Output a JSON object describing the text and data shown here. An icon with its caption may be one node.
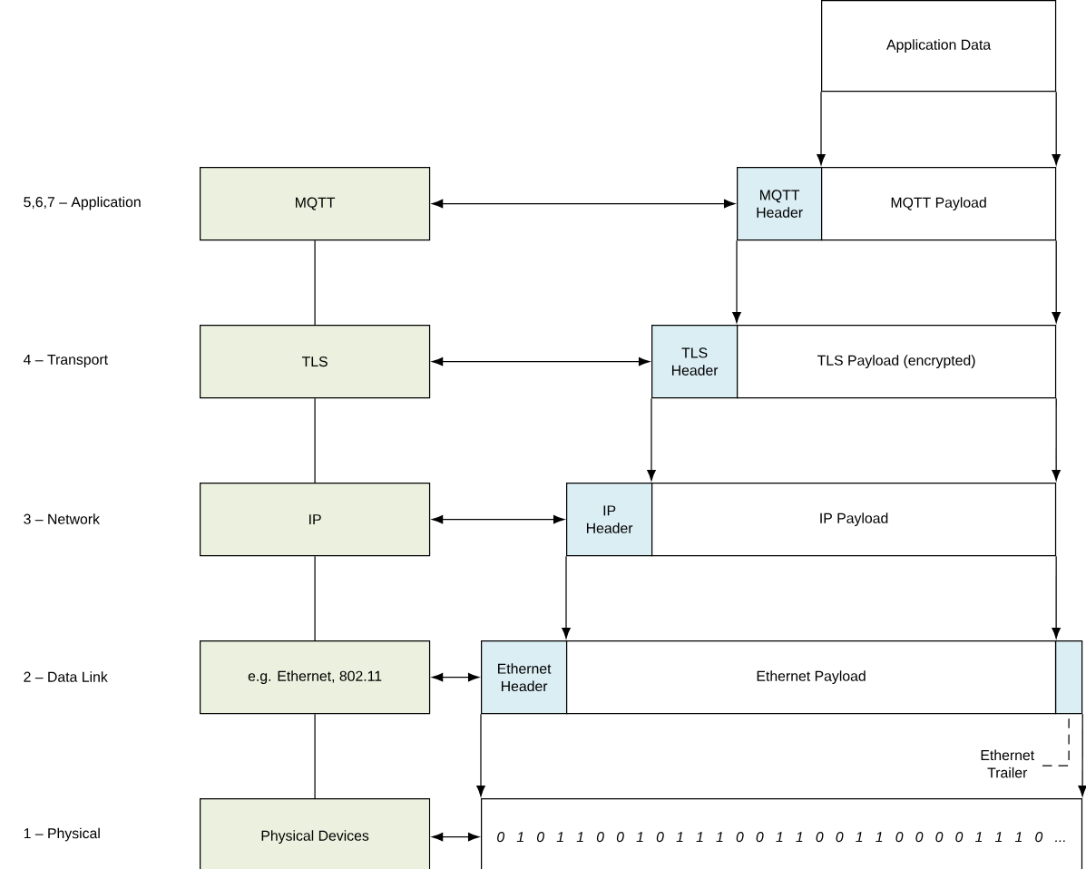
{
  "diagram": {
    "nodes": [
      {
        "text": [
          "Application Data"
        ]
      },
      {
        "text": [
          "MQTT"
        ]
      },
      {
        "text": [
          "MQTT Header"
        ]
      },
      {
        "text": [
          "MQTT Payload"
        ]
      },
      {
        "text": [
          "TLS"
        ]
      },
      {
        "text": [
          "TLS Header"
        ]
      },
      {
        "text": [
          "TLS Payload (encrypted)"
        ]
      },
      {
        "text": [
          "IP"
        ]
      },
      {
        "text": [
          "IP Header"
        ]
      },
      {
        "text": [
          "IP Payload"
        ]
      },
      {
        "text": [
          "e.g. Ethernet, 802.11"
        ]
      },
      {
        "text": [
          "Ethernet Header"
        ]
      },
      {
        "text": [
          "Ethernet Payload"
        ]
      },
      {
        "text": [],
        "shape": "box"
      },
      {
        "text": [
          "Ethernet Trailer"
        ]
      },
      {
        "text": [
          "Physical Devices"
        ]
      },
      {
        "text": [
          "0 1 0 1 1 0 0 1 0 1 1 1 0 0 1 1 0 0 1 1 0 0 0 0 1 1 1 0 ..."
        ]
      }
    ],
    "edges": [
      {
        "from": 0,
        "to": 3,
        "arrow": "to"
      },
      {
        "from": 0,
        "to": 3,
        "arrow": "to"
      },
      {
        "from": 1,
        "to": 2,
        "arrow": "both"
      },
      {
        "from": 2,
        "to": 6,
        "arrow": "to"
      },
      {
        "from": 3,
        "to": 6,
        "arrow": "to"
      },
      {
        "from": 4,
        "to": 5,
        "arrow": "both"
      },
      {
        "from": 5,
        "to": 9,
        "arrow": "to"
      },
      {
        "from": 6,
        "to": 9,
        "arrow": "to"
      },
      {
        "from": 7,
        "to": 8,
        "arrow": "both"
      },
      {
        "from": 8,
        "to": 12,
        "arrow": "to"
      },
      {
        "from": 9,
        "to": 12,
        "arrow": "to"
      },
      {
        "from": 10,
        "to": 11,
        "arrow": "both"
      },
      {
        "from": 11,
        "to": 16,
        "arrow": "to"
      },
      {
        "from": 13,
        "to": 16,
        "arrow": "to"
      },
      {
        "from": 14,
        "to": 13,
        "arrow": "none",
        "style": "dashed"
      },
      {
        "from": 1,
        "to": 4,
        "arrow": "none"
      },
      {
        "from": 4,
        "to": 7,
        "arrow": "none"
      },
      {
        "from": 7,
        "to": 10,
        "arrow": "none"
      },
      {
        "from": 10,
        "to": 15,
        "arrow": "none"
      },
      {
        "from": 15,
        "to": 16,
        "arrow": "both"
      }
    ],
    "labels": [
      "5,6,7 – Application",
      "4 – Transport",
      "3 – Network",
      "2 – Data Link",
      "1 – Physical"
    ]
  }
}
